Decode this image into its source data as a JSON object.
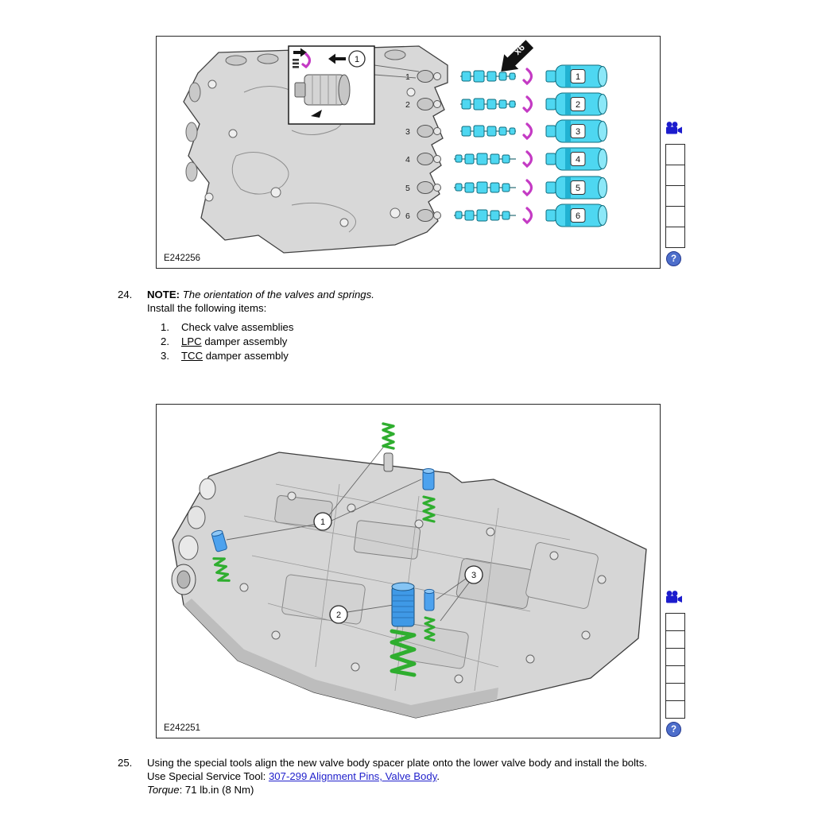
{
  "figure1": {
    "label": "E242256",
    "multiplier": "x6",
    "inset_callout": "1",
    "bore_numbers": [
      "1",
      "2",
      "3",
      "4",
      "5",
      "6"
    ],
    "solenoid_numbers": [
      "1",
      "2",
      "3",
      "4",
      "5",
      "6"
    ]
  },
  "figure2": {
    "label": "E242251",
    "callouts": [
      "1",
      "2",
      "3"
    ]
  },
  "ui": {
    "help_label": "?"
  },
  "step24": {
    "number": "24.",
    "note_label": "NOTE:",
    "note_text": "The orientation of the valves and springs.",
    "install_intro": "Install the following items:",
    "items": [
      {
        "num": "1.",
        "acronym": "",
        "text": "Check valve assemblies"
      },
      {
        "num": "2.",
        "acronym": "LPC",
        "text": " damper assembly"
      },
      {
        "num": "3.",
        "acronym": "TCC",
        "text": " damper assembly"
      }
    ]
  },
  "step25": {
    "number": "25.",
    "line1": "Using the special tools align the new valve body spacer plate onto the lower valve body and install the bolts.",
    "line2_prefix": "Use Special Service Tool: ",
    "line2_link": "307-299  Alignment Pins, Valve Body",
    "line2_suffix": ".",
    "torque_label": "Torque",
    "torque_value": ": 71 lb.in (8 Nm)"
  }
}
